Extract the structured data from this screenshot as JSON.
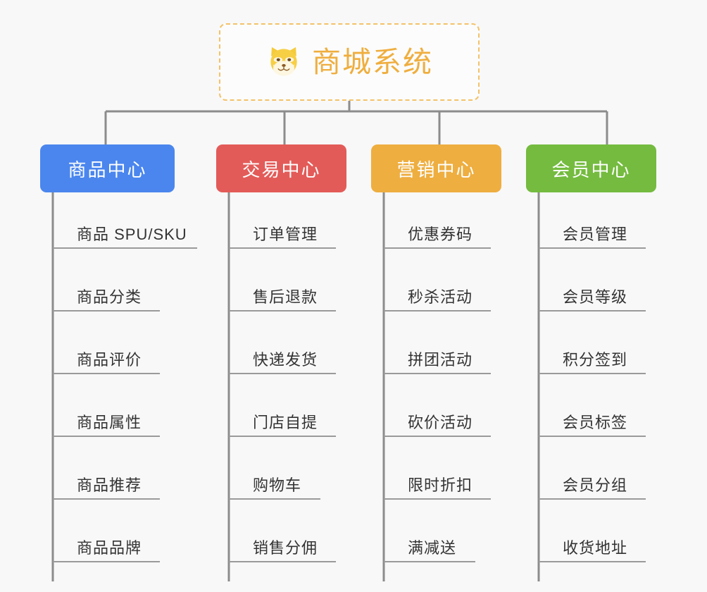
{
  "diagram": {
    "type": "tree",
    "background_color": "#f8f8f8",
    "root": {
      "title": "商城系统",
      "icon": "shiba-dog-face-icon",
      "text_color": "#efae3f",
      "border_color": "#f3c268"
    },
    "connector_color": "#8c8c8c",
    "branches": [
      {
        "label": "商品中心",
        "color": "#4a86ee",
        "items": [
          "商品 SPU/SKU",
          "商品分类",
          "商品评价",
          "商品属性",
          "商品推荐",
          "商品品牌"
        ]
      },
      {
        "label": "交易中心",
        "color": "#e35b58",
        "items": [
          "订单管理",
          "售后退款",
          "快递发货",
          "门店自提",
          "购物车",
          "销售分佣"
        ]
      },
      {
        "label": "营销中心",
        "color": "#eeae40",
        "items": [
          "优惠券码",
          "秒杀活动",
          "拼团活动",
          "砍价活动",
          "限时折扣",
          "满减送"
        ]
      },
      {
        "label": "会员中心",
        "color": "#74bb3f",
        "items": [
          "会员管理",
          "会员等级",
          "积分签到",
          "会员标签",
          "会员分组",
          "收货地址"
        ]
      }
    ]
  }
}
